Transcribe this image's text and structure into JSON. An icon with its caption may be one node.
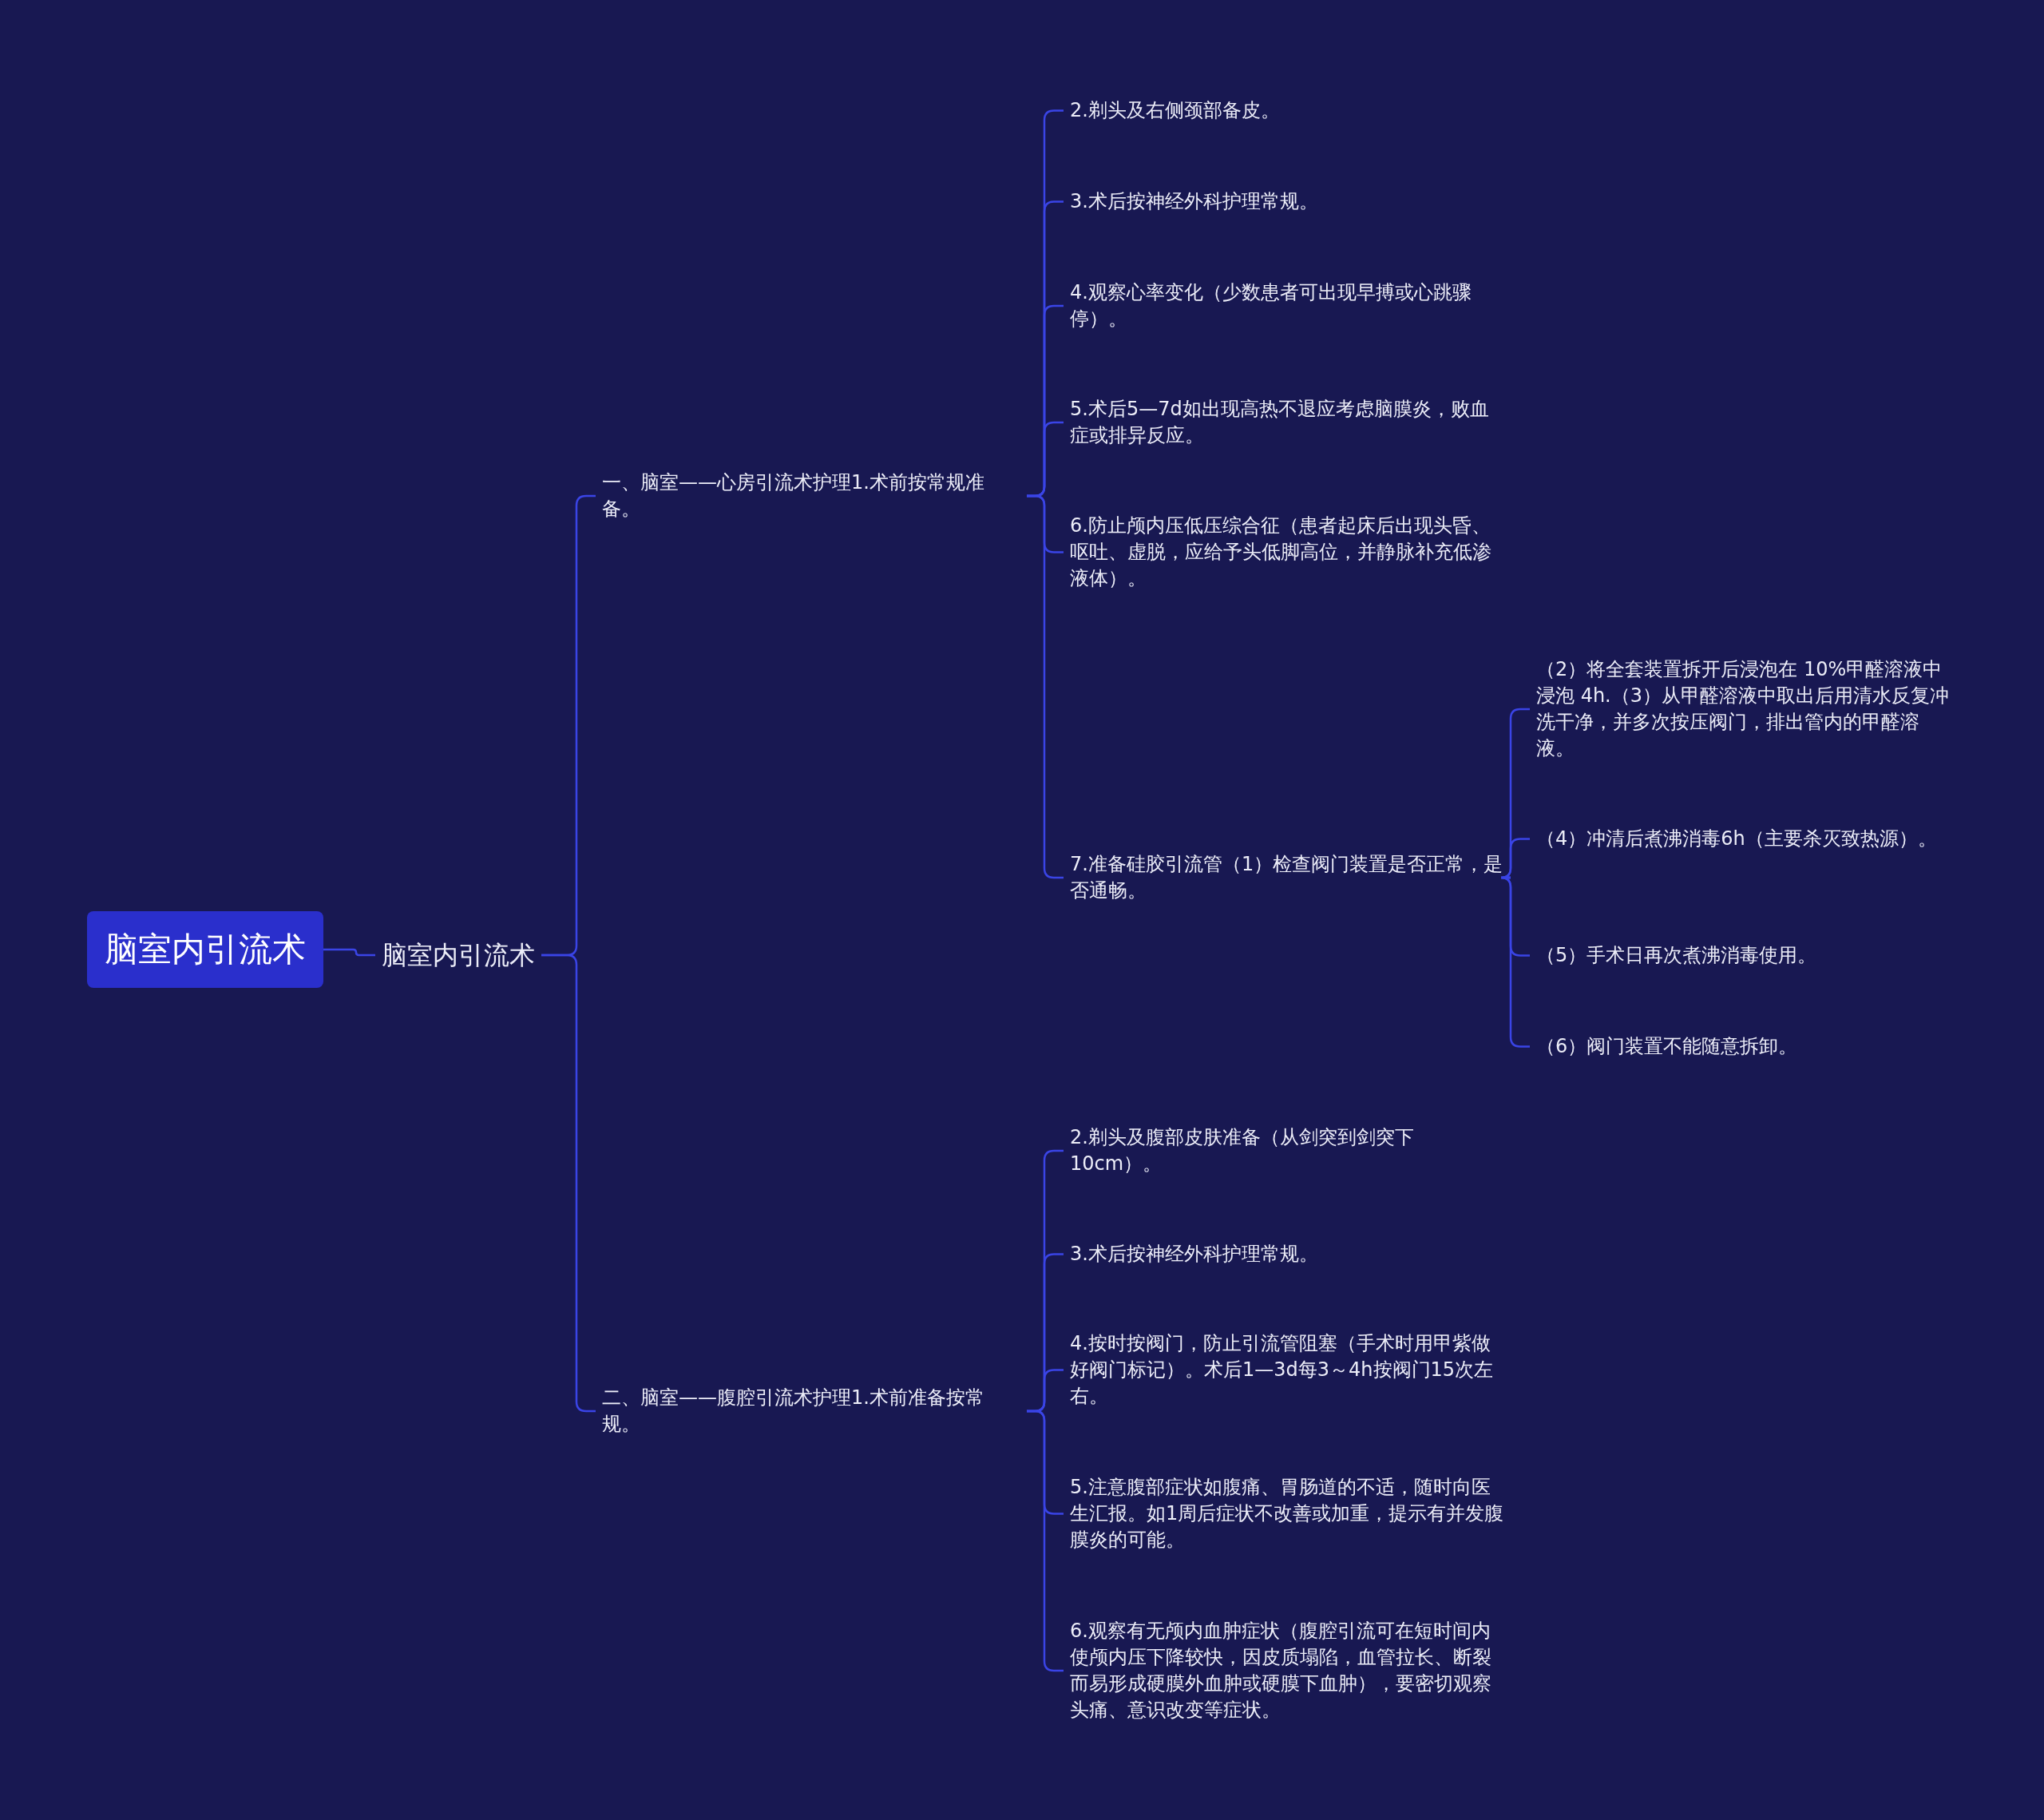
{
  "diagram": {
    "nodes": [
      {
        "text": [
          "脑室内引流术"
        ]
      },
      {
        "text": [
          "脑室内引流术"
        ]
      },
      {
        "text": [
          "一、脑室——心房引流术护理1.术前按常规准备。"
        ]
      },
      {
        "text": [
          "2.剃头及右侧颈部备皮。"
        ]
      },
      {
        "text": [
          "3.术后按神经外科护理常规。"
        ]
      },
      {
        "text": [
          "4.观察心率变化（少数患者可出现早搏或心跳骤停）。"
        ]
      },
      {
        "text": [
          "5.术后5—7d如出现高热不退应考虑脑膜炎，败血症或排异反应。"
        ]
      },
      {
        "text": [
          "6.防止颅内压低压综合征（患者起床后出现头昏、呕吐、虚脱，应给予头低脚高位，并静脉补充低渗液体）。"
        ]
      },
      {
        "text": [
          "7.准备硅胶引流管（1）检查阀门装置是否正常，是否通畅。"
        ]
      },
      {
        "text": [
          "（2）将全套装置拆开后浸泡在 10%甲醛溶液中浸泡 4h.（3）从甲醛溶液中取出后用清水反复冲洗干净，并多次按压阀门，排出管内的甲醛溶液。"
        ]
      },
      {
        "text": [
          "（4）冲清后煮沸消毒6h（主要杀灭致热源）。"
        ]
      },
      {
        "text": [
          "（5）手术日再次煮沸消毒使用。"
        ]
      },
      {
        "text": [
          "（6）阀门装置不能随意拆卸。"
        ]
      },
      {
        "text": [
          "二、脑室——腹腔引流术护理1.术前准备按常规。"
        ]
      },
      {
        "text": [
          "2.剃头及腹部皮肤准备（从剑突到剑突下10cm）。"
        ]
      },
      {
        "text": [
          "3.术后按神经外科护理常规。"
        ]
      },
      {
        "text": [
          "4.按时按阀门，防止引流管阻塞（手术时用甲紫做好阀门标记）。术后1—3d每3～4h按阀门15次左右。"
        ]
      },
      {
        "text": [
          "5.注意腹部症状如腹痛、胃肠道的不适，随时向医生汇报。如1周后症状不改善或加重，提示有并发腹膜炎的可能。"
        ]
      },
      {
        "text": [
          "6.观察有无颅内血肿症状（腹腔引流可在短时间内使颅内压下降较快，因皮质塌陷，血管拉长、断裂而易形成硬膜外血肿或硬膜下血肿），要密切观察头痛、意识改变等症状。"
        ]
      }
    ],
    "edges": [
      {
        "from": 0,
        "to": 1,
        "arrow": "none"
      },
      {
        "from": 1,
        "to": 2,
        "arrow": "none"
      },
      {
        "from": 1,
        "to": 13,
        "arrow": "none"
      },
      {
        "from": 2,
        "to": 3,
        "arrow": "none"
      },
      {
        "from": 2,
        "to": 4,
        "arrow": "none"
      },
      {
        "from": 2,
        "to": 5,
        "arrow": "none"
      },
      {
        "from": 2,
        "to": 6,
        "arrow": "none"
      },
      {
        "from": 2,
        "to": 7,
        "arrow": "none"
      },
      {
        "from": 2,
        "to": 8,
        "arrow": "none"
      },
      {
        "from": 8,
        "to": 9,
        "arrow": "none"
      },
      {
        "from": 8,
        "to": 10,
        "arrow": "none"
      },
      {
        "from": 8,
        "to": 11,
        "arrow": "none"
      },
      {
        "from": 8,
        "to": 12,
        "arrow": "none"
      },
      {
        "from": 13,
        "to": 14,
        "arrow": "none"
      },
      {
        "from": 13,
        "to": 15,
        "arrow": "none"
      },
      {
        "from": 13,
        "to": 16,
        "arrow": "none"
      },
      {
        "from": 13,
        "to": 17,
        "arrow": "none"
      },
      {
        "from": 13,
        "to": 18,
        "arrow": "none"
      }
    ]
  }
}
